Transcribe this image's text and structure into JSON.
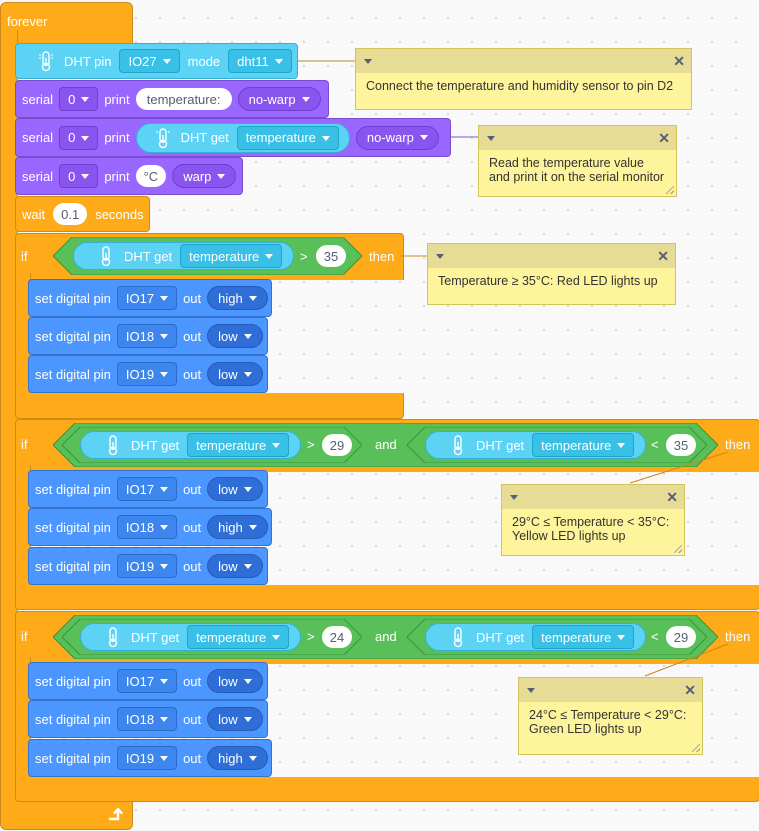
{
  "forever_label": "forever",
  "dht_init": {
    "label": "DHT pin",
    "pin": "IO27",
    "mode_label": "mode",
    "mode": "dht11"
  },
  "serial_blocks": [
    {
      "label": "serial",
      "port": "0",
      "print_label": "print",
      "value": "temperature:",
      "warp": "no-warp"
    },
    {
      "label": "serial",
      "port": "0",
      "print_label": "print",
      "reporter": "DHT get",
      "reporter_value": "temperature",
      "warp": "no-warp"
    },
    {
      "label": "serial",
      "port": "0",
      "print_label": "print",
      "value": "°C",
      "warp": "warp"
    }
  ],
  "wait": {
    "label": "wait",
    "value": "0.1",
    "unit": "seconds"
  },
  "if_label": "if",
  "then_label": "then",
  "and_label": "and",
  "dht_get_label": "DHT get",
  "dht_get_value": "temperature",
  "set_label": "set digital pin",
  "out_label": "out",
  "cond1": {
    "op": ">",
    "value": "35"
  },
  "cond2": {
    "op1": ">",
    "value1": "29",
    "op2": "<",
    "value2": "35"
  },
  "cond3": {
    "op1": ">",
    "value1": "24",
    "op2": "<",
    "value2": "29"
  },
  "group1": [
    {
      "pin": "IO17",
      "val": "high"
    },
    {
      "pin": "IO18",
      "val": "low"
    },
    {
      "pin": "IO19",
      "val": "low"
    }
  ],
  "group2": [
    {
      "pin": "IO17",
      "val": "low"
    },
    {
      "pin": "IO18",
      "val": "high"
    },
    {
      "pin": "IO19",
      "val": "low"
    }
  ],
  "group3": [
    {
      "pin": "IO17",
      "val": "low"
    },
    {
      "pin": "IO18",
      "val": "low"
    },
    {
      "pin": "IO19",
      "val": "high"
    }
  ],
  "notes": [
    "Connect the temperature and humidity sensor to pin D2",
    "Read the temperature value\nand print it on the serial monitor",
    "Temperature ≥ 35°C: Red LED lights up",
    "29°C ≤ Temperature < 35°C:\nYellow LED lights up",
    "24°C ≤ Temperature < 29°C:\nGreen LED lights up"
  ],
  "colors": {
    "control": "#ffab19",
    "sensor": "#5cd2f5",
    "serial": "#9966ff",
    "pins": "#4c97ff",
    "operators": "#59c059",
    "comment": "#fef49c"
  },
  "icons": {
    "sensor": "thermometer-icon",
    "loop": "loop-arrow-icon",
    "dropdown": "triangle-down-icon",
    "close": "close-icon"
  }
}
